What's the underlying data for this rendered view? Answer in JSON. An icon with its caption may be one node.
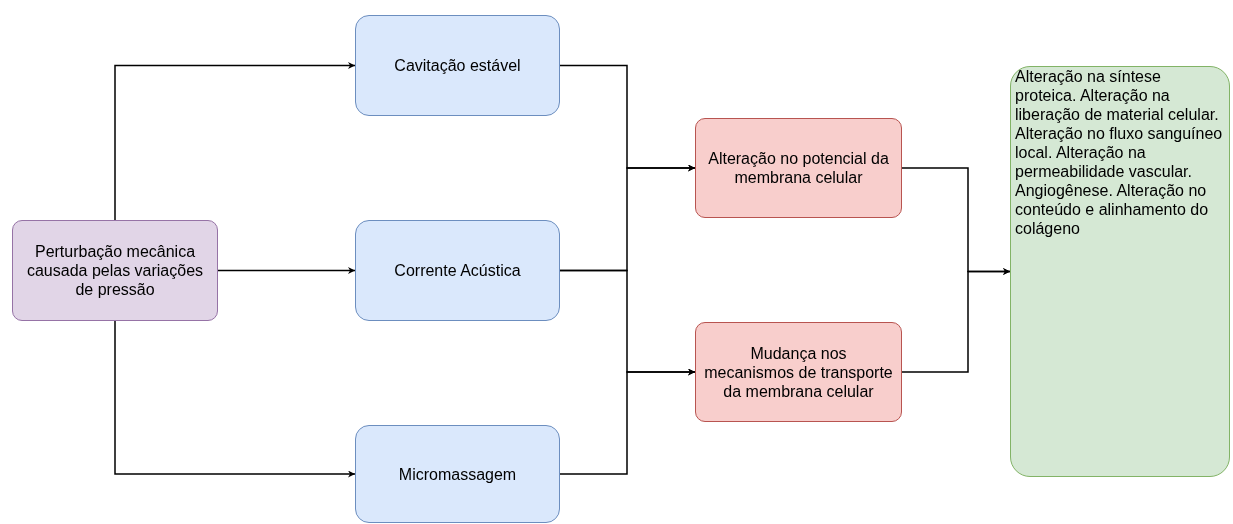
{
  "diagram": {
    "nodes": [
      {
        "text": [
          "Perturbação mecânica causada pelas variações de pressão"
        ]
      },
      {
        "text": [
          "Cavitação estável"
        ]
      },
      {
        "text": [
          "Corrente Acústica"
        ]
      },
      {
        "text": [
          "Micromassagem"
        ]
      },
      {
        "text": [
          "Alteração no potencial da membrana celular"
        ]
      },
      {
        "text": [
          "Mudança nos mecanismos de transporte da membrana celular"
        ]
      },
      {
        "text": [
          "Alteração na síntese proteica. Alteração na liberação de material celular. Alteração no fluxo sanguíneo local. Alteração na permeabilidade vascular. Angiogênese. Alteração no conteúdo e alinhamento do colágeno"
        ]
      }
    ],
    "edges": [
      {
        "from": 0,
        "to": 1,
        "arrow": "to"
      },
      {
        "from": 0,
        "to": 2,
        "arrow": "to"
      },
      {
        "from": 0,
        "to": 3,
        "arrow": "to"
      },
      {
        "from": 1,
        "to": 4,
        "arrow": "to"
      },
      {
        "from": 2,
        "to": 4,
        "arrow": "to"
      },
      {
        "from": 2,
        "to": 5,
        "arrow": "to"
      },
      {
        "from": 3,
        "to": 5,
        "arrow": "to"
      },
      {
        "from": 4,
        "to": 6,
        "arrow": "to"
      },
      {
        "from": 5,
        "to": 6,
        "arrow": "to"
      }
    ]
  }
}
